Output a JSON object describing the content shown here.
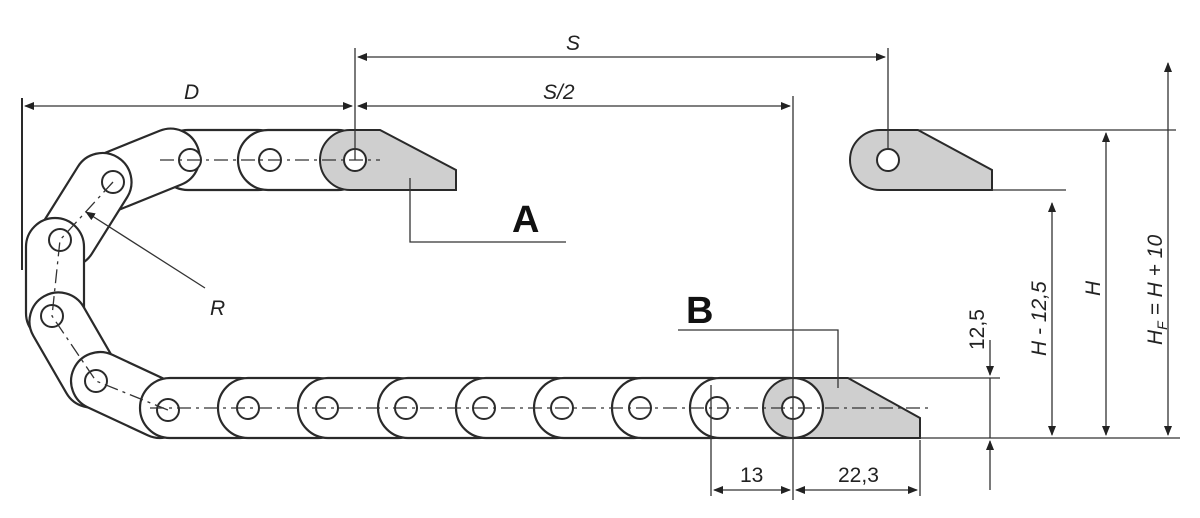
{
  "labels": {
    "S": "S",
    "S2": "S/2",
    "D": "D",
    "R": "R",
    "A": "A",
    "B": "B",
    "dim_12_5": "12,5",
    "dim_H_minus": "H - 12,5",
    "dim_H": "H",
    "dim_HF_main": "H",
    "dim_HF_sub": "F",
    "dim_HF_rest": " = H + 10",
    "dim_13": "13",
    "dim_22_3": "22,3"
  },
  "colors": {
    "line": "#2a2a2a",
    "bracket_fill": "#cfcfcf",
    "background": "#ffffff"
  }
}
